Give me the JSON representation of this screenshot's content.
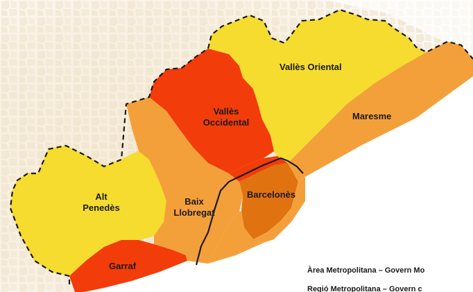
{
  "regions": {
    "valles_oriental": "Vallès Oriental",
    "valles_occidental_1": "Vallès",
    "valles_occidental_2": "Occidental",
    "maresme": "Maresme",
    "alt_penedes_1": "Alt",
    "alt_penedes_2": "Penedès",
    "baix_llobregat_1": "Baix",
    "baix_llobregat_2": "Llobregat",
    "barcelones": "Barcelonès",
    "garraf": "Garraf"
  },
  "legend": {
    "line1": "Àrea Metropolitana – Govern Mo",
    "line2": "Regió Metropolitana – Govern c"
  },
  "colors": {
    "yellow": "#f5dc2e",
    "orange": "#f4a03a",
    "red": "#f23c0a",
    "dark_orange": "#e07210",
    "background_tiles": "#f2e4cc",
    "sea": "#ffffff"
  }
}
